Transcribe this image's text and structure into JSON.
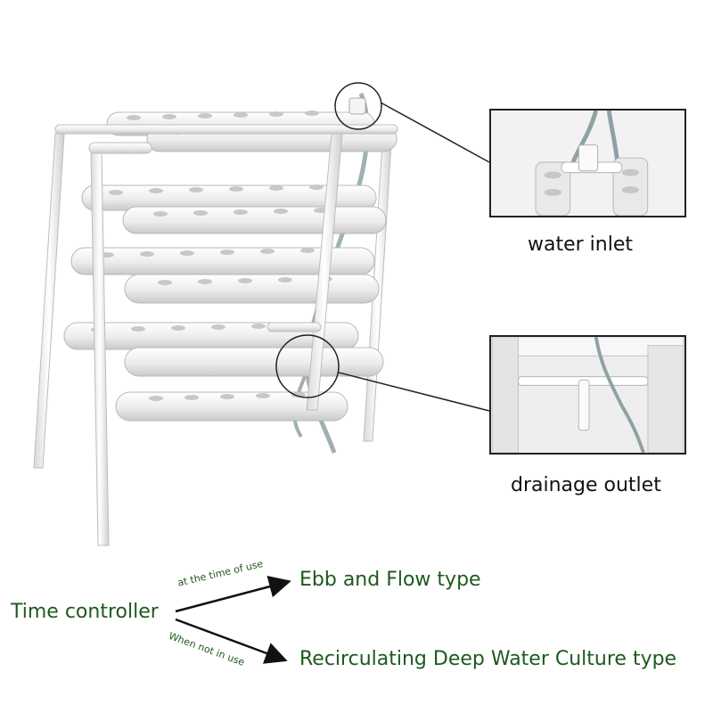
{
  "callouts": {
    "inlet_label": "water inlet",
    "drain_label": "drainage outlet"
  },
  "flow": {
    "source": "Time controller",
    "branch_top_condition": "at the time of use",
    "branch_top_result": "Ebb and Flow type",
    "branch_bottom_condition": "When not in use",
    "branch_bottom_result": "Recirculating Deep Water Culture type"
  },
  "colors": {
    "text_green": "#1e5a1e",
    "pipe": "#ececec",
    "pipe_edge": "#b8b8b8",
    "hose": "#9fb0b4",
    "line": "#222222"
  }
}
